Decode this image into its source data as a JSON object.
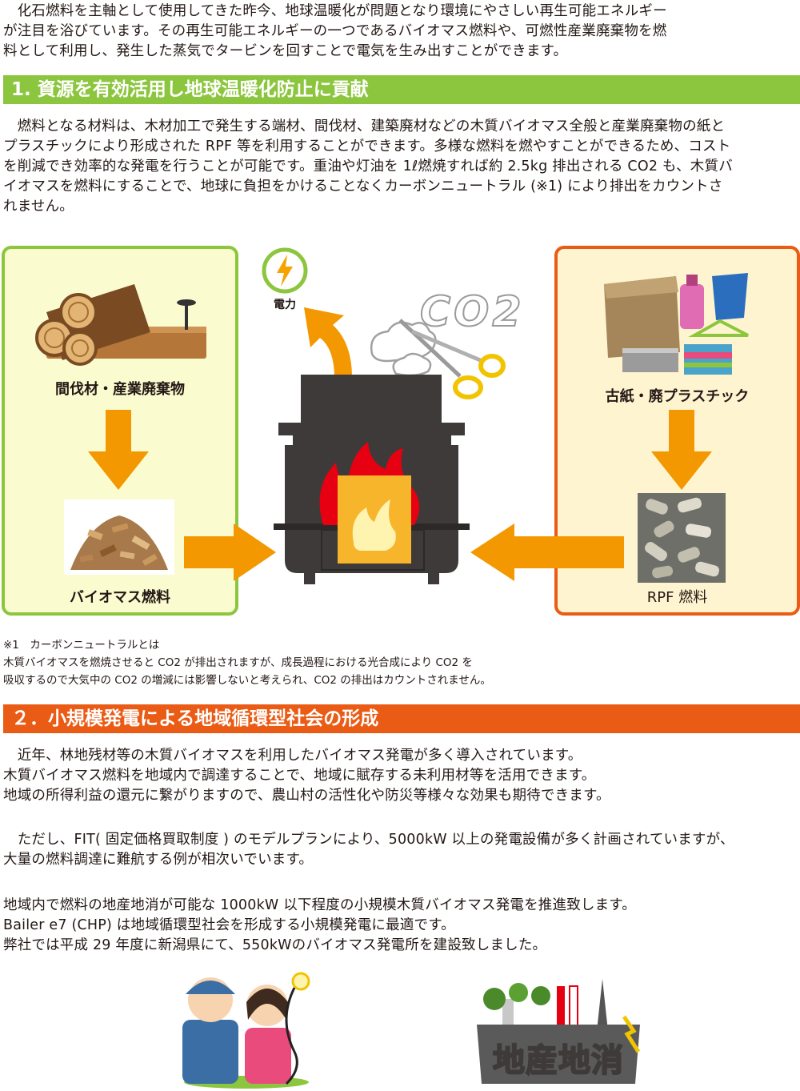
{
  "intro": {
    "lines": [
      "　化石燃料を主軸として使用してきた昨今、地球温暖化が問題となり環境にやさしい再生可能エネルギー",
      "が注目を浴びています。その再生可能エネルギーの一つであるバイオマス燃料や、可燃性産業廃棄物を燃",
      "料として利用し、発生した蒸気でタービンを回すことで電気を生み出すことができます。"
    ]
  },
  "section1": {
    "title": "1. 資源を有効活用し地球温暖化防止に貢献",
    "lines": [
      "　燃料となる材料は、木材加工で発生する端材、間伐材、建築廃材などの木質バイオマス全般と産業廃棄物の紙と",
      "プラスチックにより形成された RPF 等を利用することができます。多様な燃料を燃やすことができるため、コスト",
      "を削減でき効率的な発電を行うことが可能です。重油や灯油を 1ℓ燃焼すれば約 2.5kg 排出される CO2 も、木質バ",
      "イオマスを燃料にすることで、地球に負担をかけることなくカーボンニュートラル (※1) により排出をカウントさ",
      "れません。"
    ]
  },
  "diagram": {
    "left_top_label": "間伐材・産業廃棄物",
    "left_bottom_label": "バイオマス燃料",
    "right_top_label": "古紙・廃プラスチック",
    "right_bottom_label": "RPF 燃料",
    "power_label": "電力",
    "co2_text": "CO2",
    "colors": {
      "green": "#8cc63e",
      "orange": "#ea5b15",
      "arrow": "#f39800",
      "stove": "#3e3a39"
    }
  },
  "footnote": {
    "lines": [
      "※1　カーボンニュートラルとは",
      "木質バイオマスを燃焼させると CO2 が排出されますが、成長過程における光合成により CO2 を",
      "吸収するので大気中の CO2 の増減には影響しないと考えられ、CO2 の排出はカウントされません。"
    ]
  },
  "section2": {
    "title": "２．小規模発電による地域循環型社会の形成",
    "para1": [
      "　近年、林地残材等の木質バイオマスを利用したバイオマス発電が多く導入されています。",
      "木質バイオマス燃料を地域内で調達することで、地域に賦存する未利用材等を活用できます。",
      "地域の所得利益の還元に繋がりますので、農山村の活性化や防災等様々な効果も期待できます。"
    ],
    "para2": [
      "　ただし、FIT( 固定価格買取制度 ) のモデルプランにより、5000kW 以上の発電設備が多く計画されていますが、",
      "大量の燃料調達に難航する例が相次いでいます。"
    ],
    "para3": [
      "地域内で燃料の地産地消が可能な 1000kW 以下程度の小規模木質バイオマス発電を推進致します。",
      "Bailer e7 (CHP) は地域循環型社会を形成する小規模発電に最適です。",
      "弊社では平成 29 年度に新潟県にて、550kWのバイオマス発電所を建設致しました。"
    ]
  },
  "illustrations": {
    "chisan_chisho_text": "地産地消"
  }
}
